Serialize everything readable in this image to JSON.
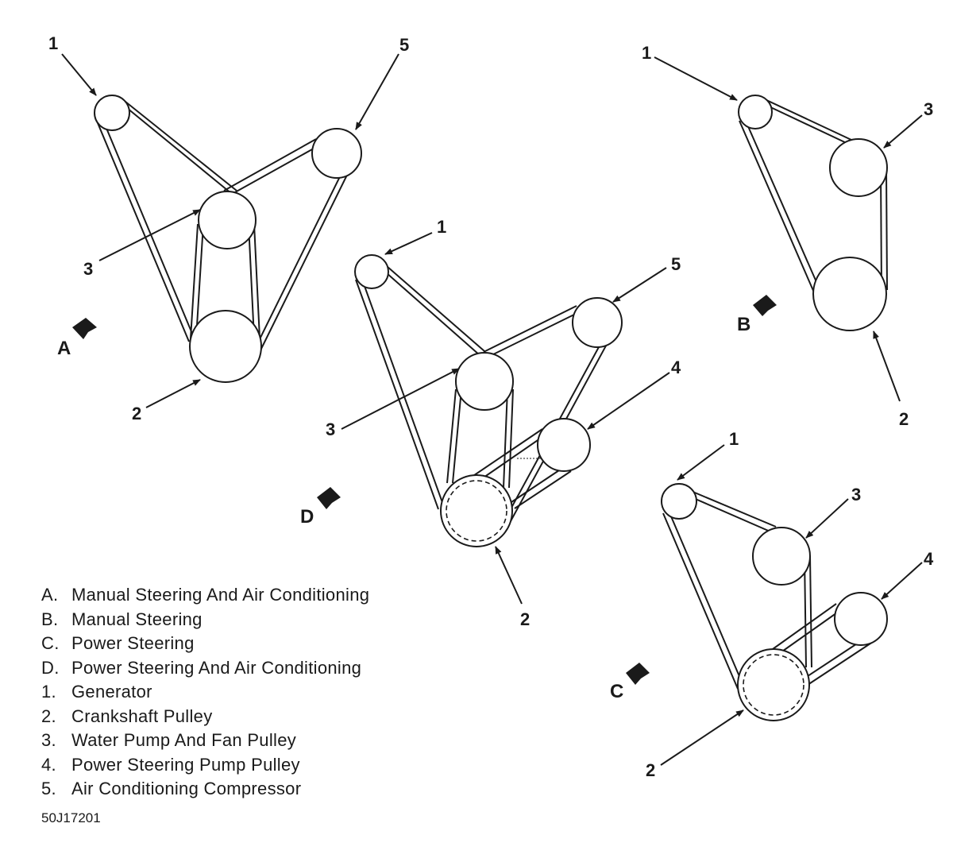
{
  "views": {
    "A": {
      "key": "A",
      "callouts": [
        "1",
        "2",
        "3",
        "5"
      ]
    },
    "B": {
      "key": "B",
      "callouts": [
        "1",
        "2",
        "3"
      ]
    },
    "C": {
      "key": "C",
      "callouts": [
        "1",
        "2",
        "3",
        "4"
      ]
    },
    "D": {
      "key": "D",
      "callouts": [
        "1",
        "2",
        "3",
        "4",
        "5"
      ]
    }
  },
  "legend": [
    {
      "key": "A.",
      "text": "Manual Steering And Air Conditioning"
    },
    {
      "key": "B.",
      "text": "Manual Steering"
    },
    {
      "key": "C.",
      "text": "Power Steering"
    },
    {
      "key": "D.",
      "text": "Power Steering And Air Conditioning"
    },
    {
      "key": "1.",
      "text": "Generator"
    },
    {
      "key": "2.",
      "text": "Crankshaft Pulley"
    },
    {
      "key": "3.",
      "text": "Water Pump And Fan Pulley"
    },
    {
      "key": "4.",
      "text": "Power Steering Pump Pulley"
    },
    {
      "key": "5.",
      "text": "Air Conditioning Compressor"
    }
  ],
  "figure_code": "50J17201"
}
